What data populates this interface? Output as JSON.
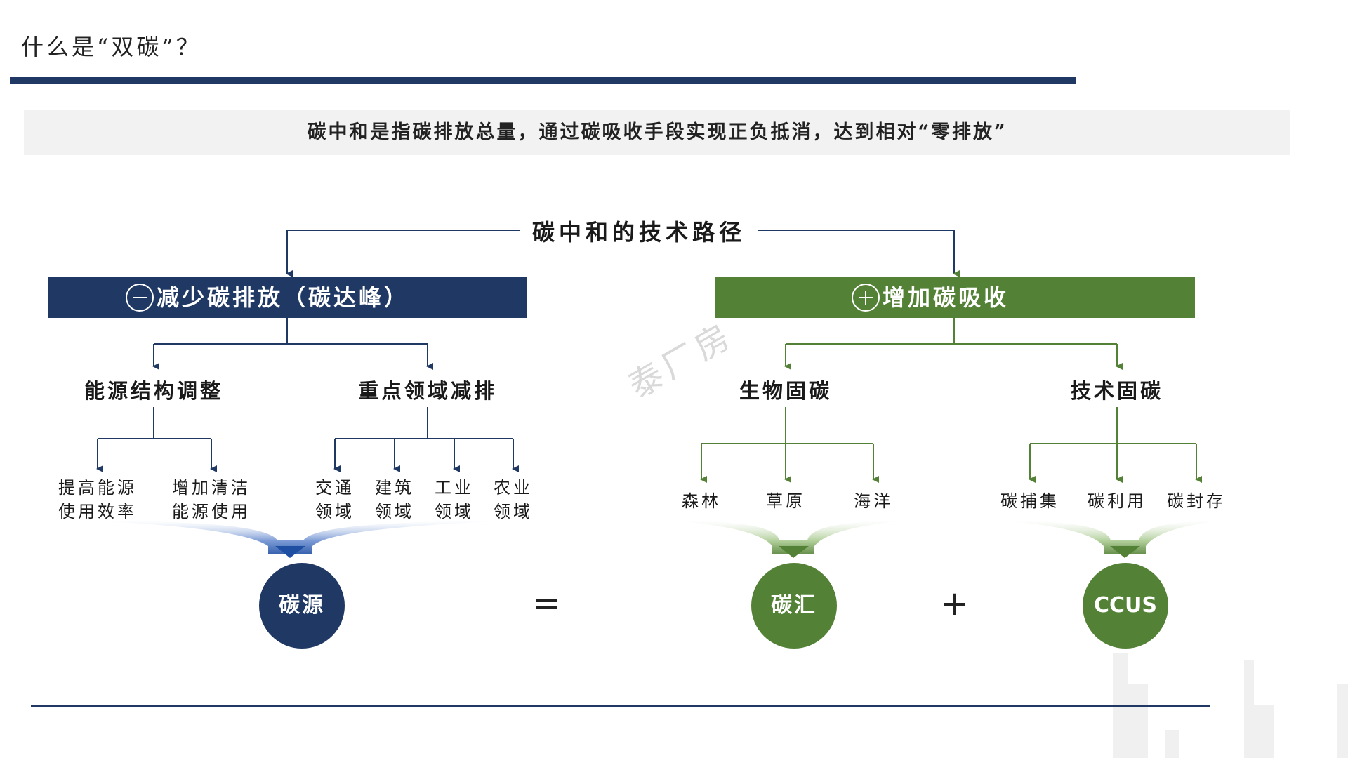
{
  "header": {
    "title": "什么是“双碳”？",
    "subtitle": "碳中和是指碳排放总量，通过碳吸收手段实现正负抵消，达到相对“零排放”"
  },
  "diagram": {
    "root": "碳中和的技术路径",
    "left_branch": {
      "symbol": "minus-circle",
      "label": "减少碳排放（碳达峰）",
      "categories": [
        {
          "label": "能源结构调整",
          "items": [
            [
              "提高能源",
              "使用效率"
            ],
            [
              "增加清洁",
              "能源使用"
            ]
          ]
        },
        {
          "label": "重点领域减排",
          "items": [
            [
              "交通",
              "领域"
            ],
            [
              "建筑",
              "领域"
            ],
            [
              "工业",
              "领域"
            ],
            [
              "农业",
              "领域"
            ]
          ]
        }
      ]
    },
    "right_branch": {
      "symbol": "plus-circle",
      "label": "增加碳吸收",
      "categories": [
        {
          "label": "生物固碳",
          "items": [
            "森林",
            "草原",
            "海洋"
          ]
        },
        {
          "label": "技术固碳",
          "items": [
            "碳捕集",
            "碳利用",
            "碳封存"
          ]
        }
      ]
    },
    "equation": {
      "source": "碳源",
      "equals": "=",
      "sink": "碳汇",
      "plus": "+",
      "ccus": "CCUS"
    },
    "watermark": "泰厂房"
  },
  "colors": {
    "navy": "#1f3864",
    "green": "#538135",
    "line_navy": "#1f3864",
    "line_green": "#538135",
    "band": "#f2f2f2"
  }
}
